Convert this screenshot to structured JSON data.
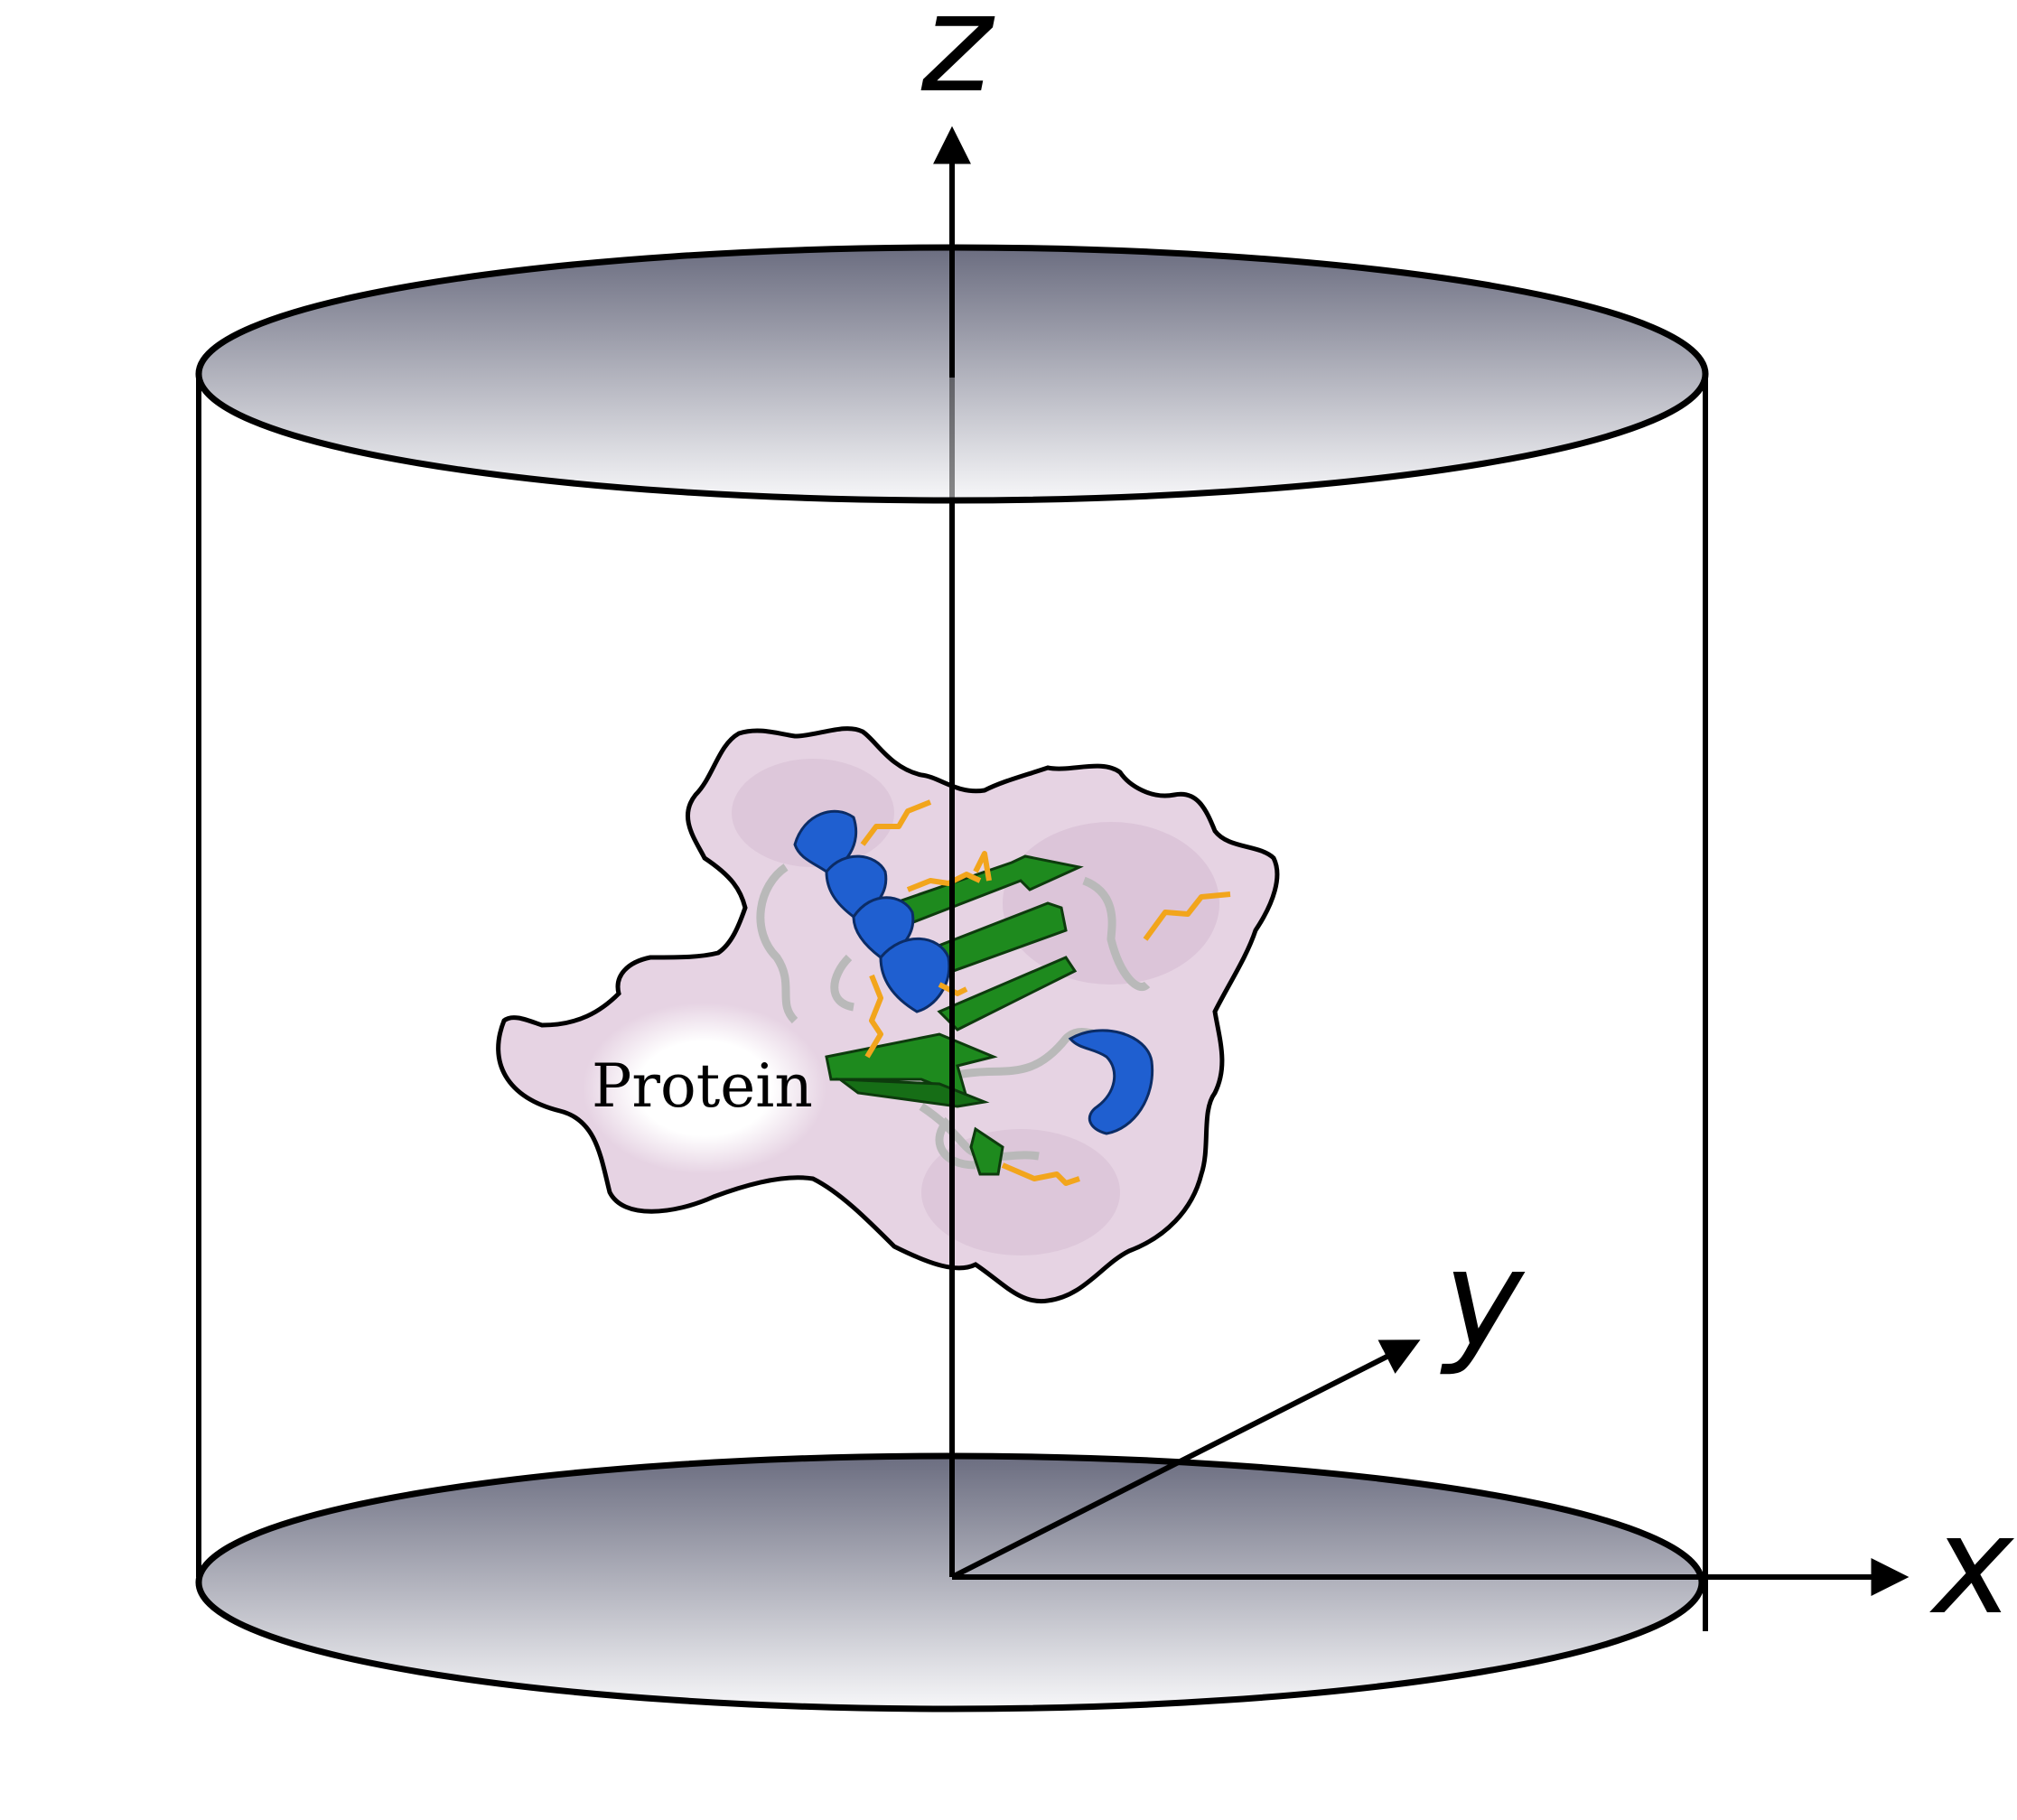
{
  "axes": {
    "x_label": "x",
    "y_label": "y",
    "z_label": "z"
  },
  "protein": {
    "label": "Protein",
    "surface_color": "#e6d3e3",
    "helix_color": "#1f5fd0",
    "sheet_color": "#1e8a1e",
    "loop_color": "#b9b9b9",
    "sidechain_color": "#f2a51c"
  },
  "colors": {
    "cap_dark": "#6b6d80",
    "cap_light": "#f7f7f9",
    "outline": "#000000"
  }
}
